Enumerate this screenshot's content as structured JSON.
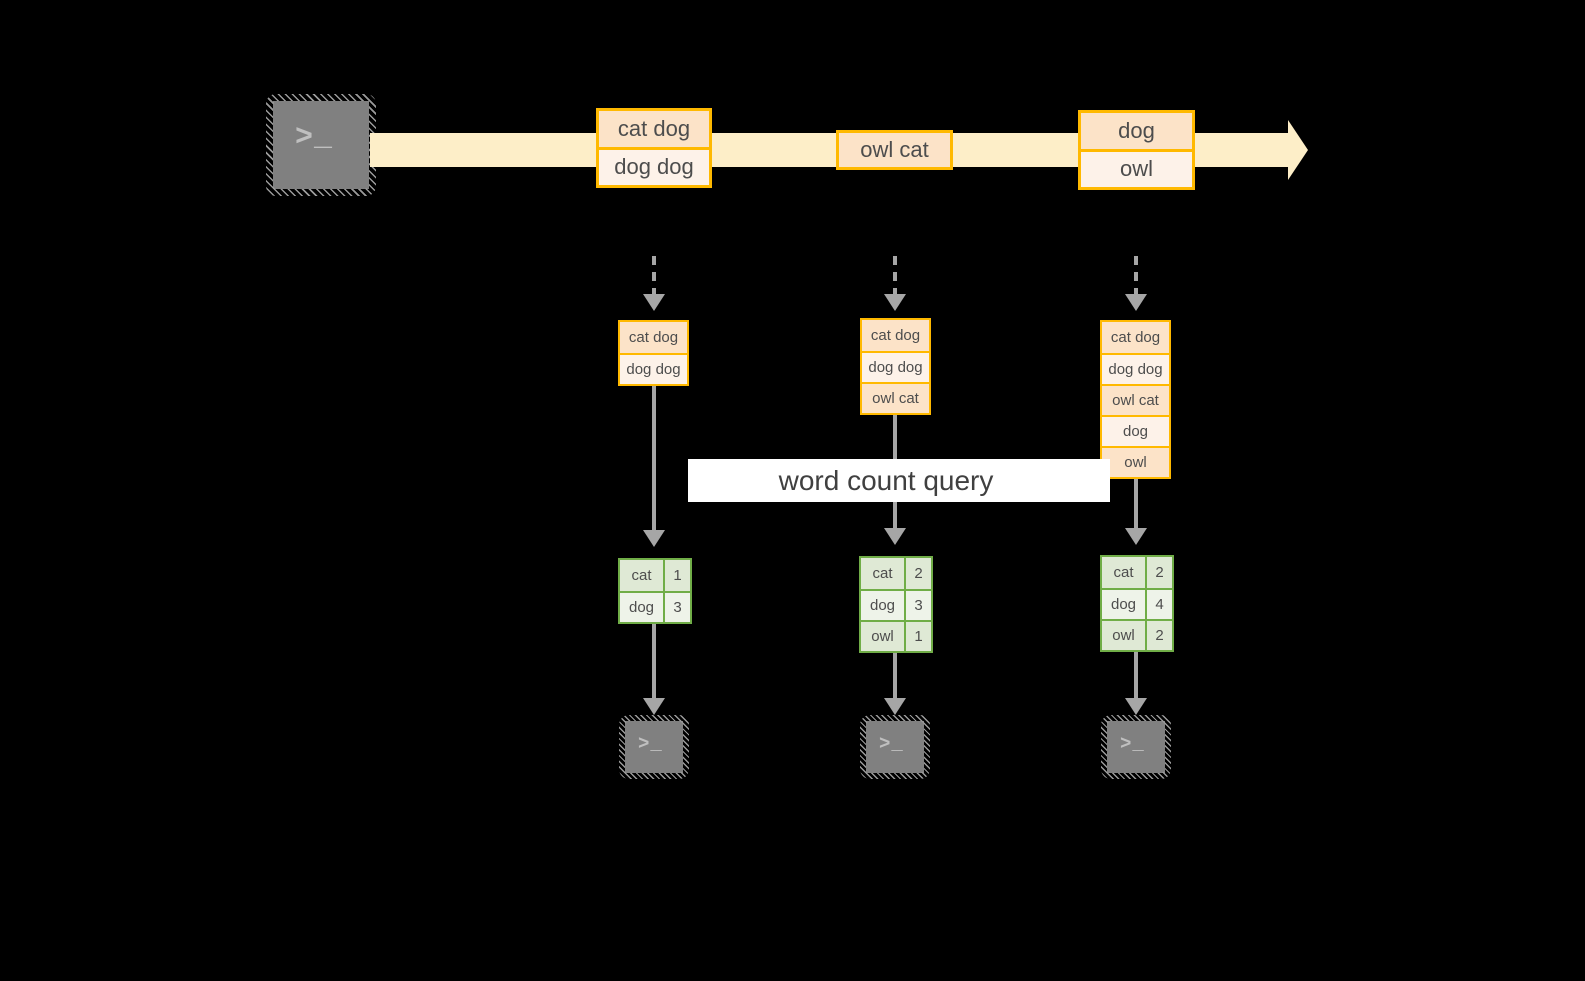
{
  "diagram": {
    "title": "word count query",
    "colors": {
      "background": "#000000",
      "stream_fill": "#fdeec8",
      "message_border": "#ffb900",
      "message_fill_dark": "#fce3c8",
      "message_fill_light": "#fdf2e9",
      "table_border": "#70ad47",
      "table_fill_dark": "#dfe9d5",
      "table_fill_light": "#eef3e9",
      "connector": "#a6a6a6",
      "terminal_fill": "#808080",
      "banner_fill": "#ffffff",
      "text": "#4d4d4d"
    }
  },
  "source": {
    "icon": "terminal-icon",
    "prompt": ">_"
  },
  "stream": {
    "icon": "right-arrow-icon",
    "messages": [
      {
        "lines": [
          "cat dog",
          "dog dog"
        ]
      },
      {
        "lines": [
          "owl cat"
        ]
      },
      {
        "lines": [
          "dog",
          "owl"
        ]
      }
    ]
  },
  "banner": {
    "label": "word count query"
  },
  "columns": [
    {
      "input_stack": [
        "cat dog",
        "dog dog"
      ],
      "result": {
        "rows": [
          {
            "word": "cat",
            "count": "1"
          },
          {
            "word": "dog",
            "count": "3"
          }
        ]
      },
      "sink": {
        "icon": "terminal-icon",
        "prompt": ">_"
      }
    },
    {
      "input_stack": [
        "cat dog",
        "dog dog",
        "owl cat"
      ],
      "result": {
        "rows": [
          {
            "word": "cat",
            "count": "2"
          },
          {
            "word": "dog",
            "count": "3"
          },
          {
            "word": "owl",
            "count": "1"
          }
        ]
      },
      "sink": {
        "icon": "terminal-icon",
        "prompt": ">_"
      }
    },
    {
      "input_stack": [
        "cat dog",
        "dog dog",
        "owl cat",
        "dog",
        "owl"
      ],
      "result": {
        "rows": [
          {
            "word": "cat",
            "count": "2"
          },
          {
            "word": "dog",
            "count": "4"
          },
          {
            "word": "owl",
            "count": "2"
          }
        ]
      },
      "sink": {
        "icon": "terminal-icon",
        "prompt": ">_"
      }
    }
  ]
}
